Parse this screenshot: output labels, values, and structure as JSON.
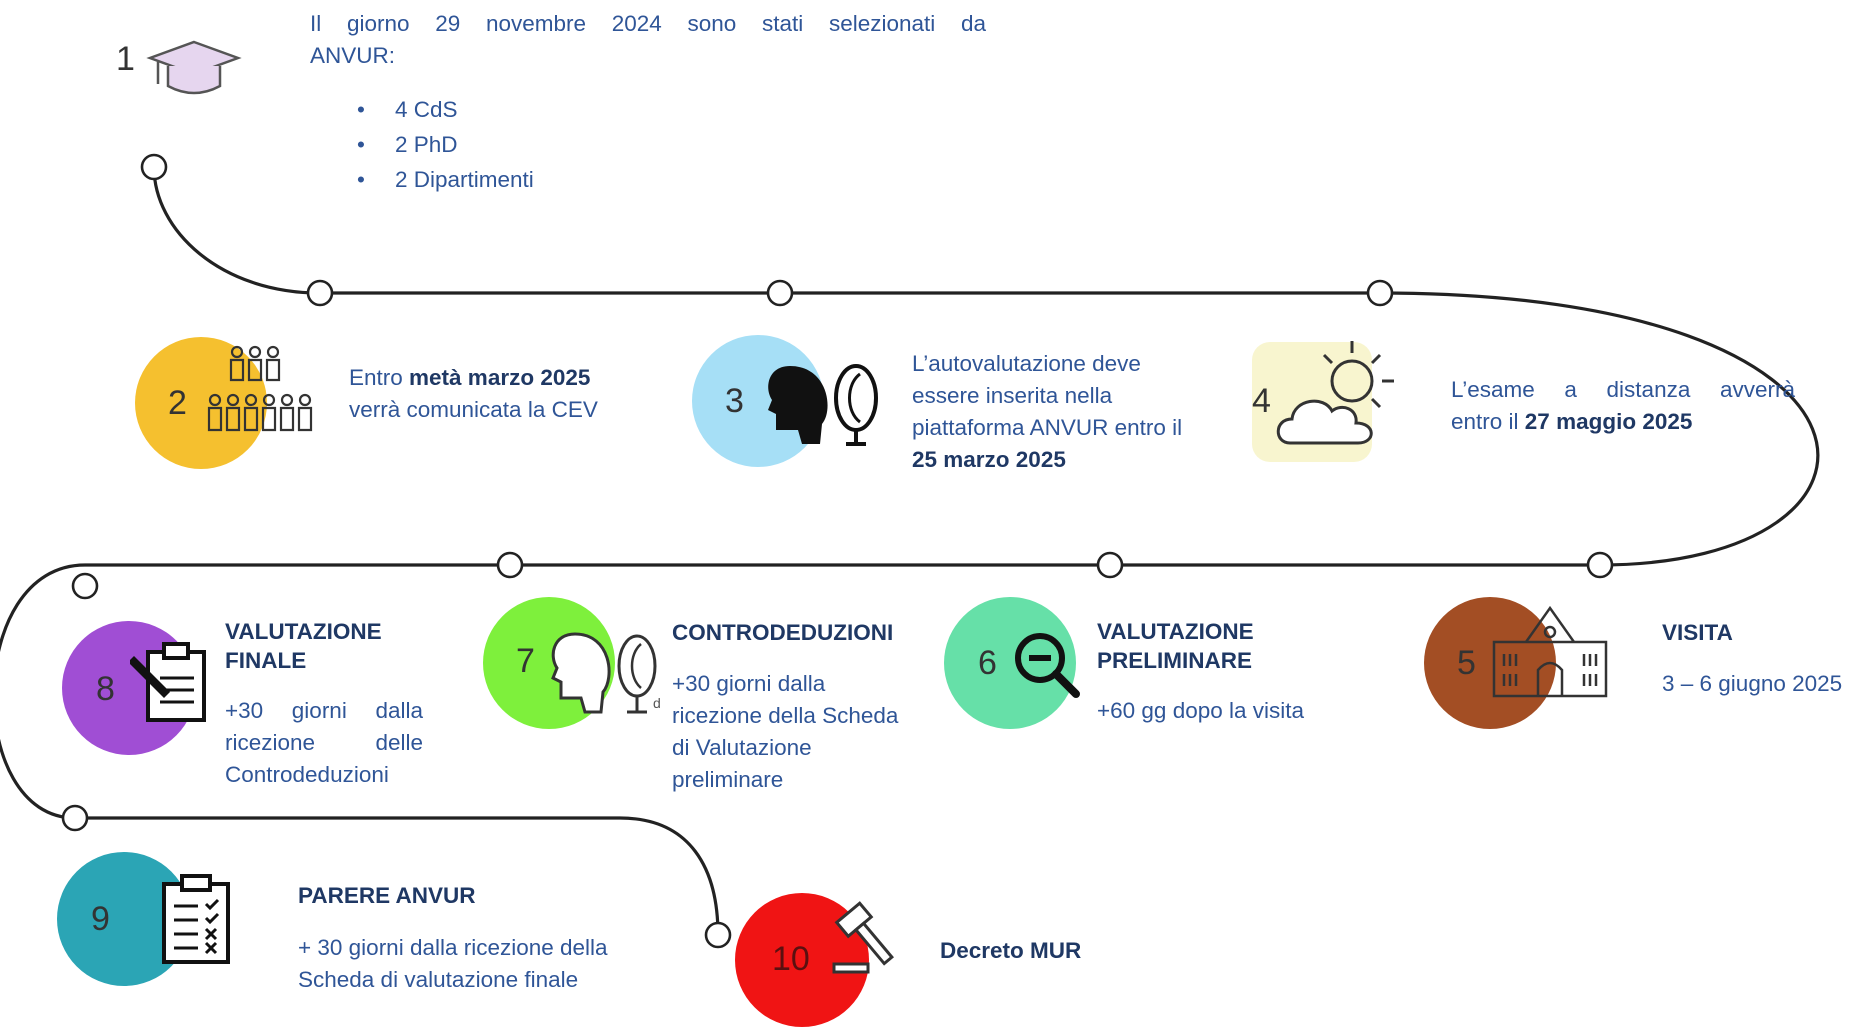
{
  "intro": {
    "line1": "Il giorno 29 novembre 2024 sono stati selezionati da",
    "line2": "ANVUR:",
    "bullets": [
      "4 CdS",
      "2 PhD",
      "2 Dipartimenti"
    ]
  },
  "steps": [
    {
      "number": "1",
      "icon": "graduation-cap-icon",
      "color": "#e6d6ef"
    },
    {
      "number": "2",
      "icon": "people-icon",
      "color": "#f5c02f",
      "text_pre": "Entro ",
      "text_bold": "metà marzo 2025",
      "text_line2": "verrà comunicata la CEV"
    },
    {
      "number": "3",
      "icon": "mirror-face-icon",
      "color": "#a6dff6",
      "lines": [
        "L’autovalutazione deve",
        "essere inserita nella",
        "piattaforma ANVUR entro il"
      ],
      "bold": "25 marzo 2025"
    },
    {
      "number": "4",
      "icon": "sun-cloud-icon",
      "color": "#f8f5cf",
      "text_line1": "L’esame a distanza avverrà",
      "text_pre": "entro il ",
      "text_bold": "27 maggio 2025"
    },
    {
      "number": "5",
      "icon": "university-building-icon",
      "color": "#a34e24",
      "title": "VISITA",
      "text": "3 – 6 giugno 2025"
    },
    {
      "number": "6",
      "icon": "zoom-out-icon",
      "color": "#66e0a8",
      "title_lines": [
        "VALUTAZIONE",
        "PRELIMINARE"
      ],
      "text": "+60 gg dopo la visita"
    },
    {
      "number": "7",
      "icon": "face-mirror-icon",
      "color": "#7ef03c",
      "title": "CONTRODEDUZIONI",
      "text_lines": [
        "+30 giorni dalla",
        "ricezione della Scheda",
        "di Valutazione",
        "preliminare"
      ]
    },
    {
      "number": "8",
      "icon": "edit-clipboard-icon",
      "color": "#a04ed4",
      "title_lines": [
        "VALUTAZIONE",
        "FINALE"
      ],
      "text_lines": [
        "+30 giorni dalla",
        "ricezione delle",
        "Controdeduzioni"
      ]
    },
    {
      "number": "9",
      "icon": "checklist-clipboard-icon",
      "color": "#2ba5b5",
      "title": "PARERE ANVUR",
      "text_lines": [
        "+ 30 giorni dalla ricezione della",
        "Scheda di valutazione finale"
      ]
    },
    {
      "number": "10",
      "icon": "gavel-icon",
      "color": "#f01414",
      "title": "Decreto MUR"
    }
  ],
  "colors": {
    "text": "#2f5597",
    "bold_text": "#1f3864",
    "path": "#222222"
  }
}
